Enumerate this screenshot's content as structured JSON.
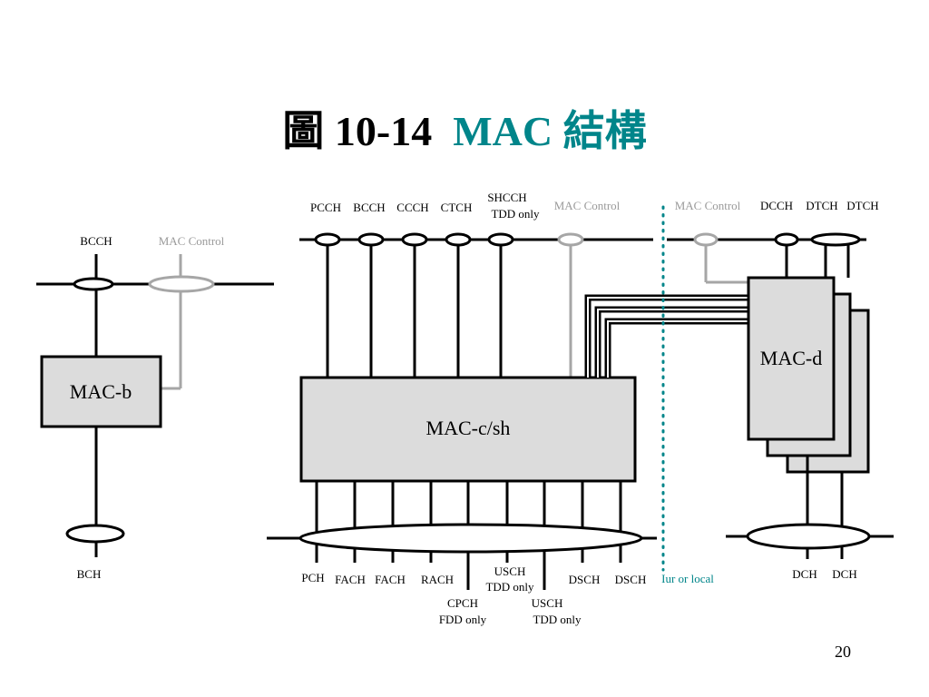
{
  "title": {
    "prefix": "圖 10-14",
    "suffix": "MAC 結構"
  },
  "page_number": "20",
  "colors": {
    "accent_teal": "#00858a",
    "box_fill": "#dcdcdc",
    "control_gray": "#a6a6a6"
  },
  "left": {
    "top_channel": "BCCH",
    "control": "MAC Control",
    "entity": "MAC-b",
    "bottom_channel": "BCH"
  },
  "center": {
    "top_channels": [
      "PCCH",
      "BCCH",
      "CCCH",
      "CTCH"
    ],
    "shcch": {
      "name": "SHCCH",
      "note": "TDD only"
    },
    "control": "MAC Control",
    "entity": "MAC-c/sh",
    "bottom_channels": {
      "pch": "PCH",
      "fach1": "FACH",
      "fach2": "FACH",
      "rach": "RACH",
      "cpch": "CPCH",
      "cpch_note": "FDD only",
      "usch1": "USCH",
      "usch1_note": "TDD only",
      "usch2": "USCH",
      "usch2_note": "TDD only",
      "dsch1": "DSCH",
      "dsch2": "DSCH"
    }
  },
  "right": {
    "control": "MAC Control",
    "top_channels": [
      "DCCH",
      "DTCH",
      "DTCH"
    ],
    "entity": "MAC-d",
    "bottom_channels": [
      "DCH",
      "DCH"
    ]
  },
  "boundary_label": "Iur or local"
}
